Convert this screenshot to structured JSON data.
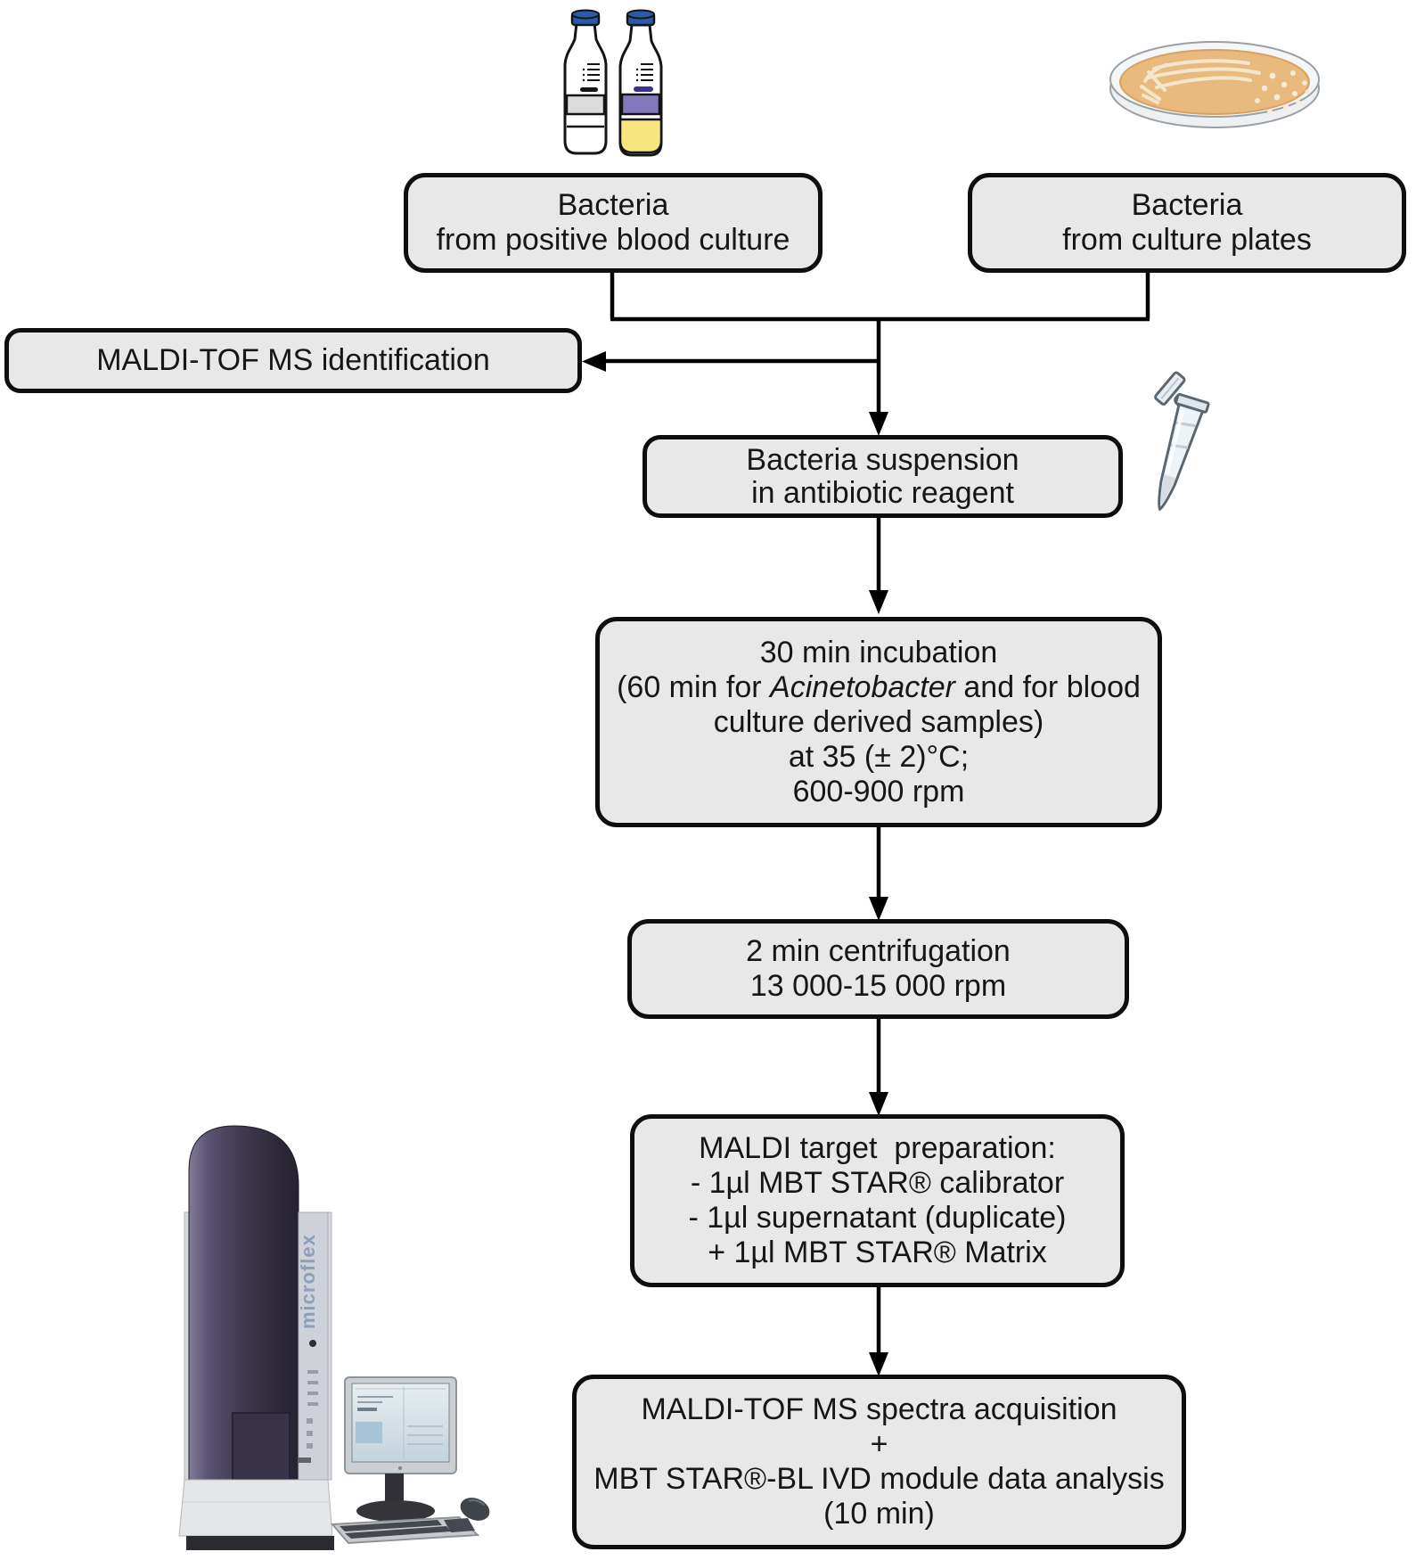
{
  "figure": {
    "kind": "laboratory workflow flowchart",
    "background": "#ffffff"
  },
  "boxes": {
    "bacteria_blood": {
      "lines": [
        "Bacteria",
        "from positive blood culture"
      ]
    },
    "bacteria_plates": {
      "lines": [
        "Bacteria",
        "from culture plates"
      ]
    },
    "maldi_identification": {
      "lines": [
        "MALDI-TOF MS identification"
      ]
    },
    "suspension": {
      "lines": [
        "Bacteria suspension",
        "in antibiotic reagent"
      ]
    },
    "incubation": {
      "line1": "30 min incubation",
      "line2_prefix": "(60 min for ",
      "line2_italic": "Acinetobacter",
      "line2_suffix": " and for blood",
      "line3": "culture derived samples)",
      "line4": "at 35 (± 2)°C;",
      "line5": "600-900 rpm"
    },
    "centrifugation": {
      "lines": [
        "2 min centrifugation",
        "13 000-15 000 rpm"
      ]
    },
    "target_prep": {
      "lines": [
        "MALDI target  preparation:",
        "- 1µl MBT STAR® calibrator",
        "- 1µl supernatant (duplicate)",
        "+ 1µl MBT STAR® Matrix"
      ]
    },
    "acquisition": {
      "lines": [
        "MALDI-TOF MS spectra acquisition",
        "+",
        "MBT STAR®-BL IVD module data analysis",
        "(10 min)"
      ]
    }
  },
  "instrument": {
    "label": "microflex"
  },
  "icons": {
    "top_left": "blood-culture-bottles-icon",
    "top_right": "petri-dish-icon",
    "middle_right": "microcentrifuge-tube-icon",
    "bottom_left": "maldi-tof-mass-spectrometer-icon"
  },
  "colors": {
    "box_fill": "#e8e8e8",
    "box_border": "#0e0e0e",
    "connector": "#000000",
    "bottle_cap_blue": "#2b5ba8",
    "bottle_band_purple": "#8478bc",
    "bottle_liquid_yellow": "#f6e67e",
    "agar_orange": "#e9ba7e",
    "instrument_dark": "#3c3650",
    "microflex_label_blue": "#8ba1bb"
  }
}
